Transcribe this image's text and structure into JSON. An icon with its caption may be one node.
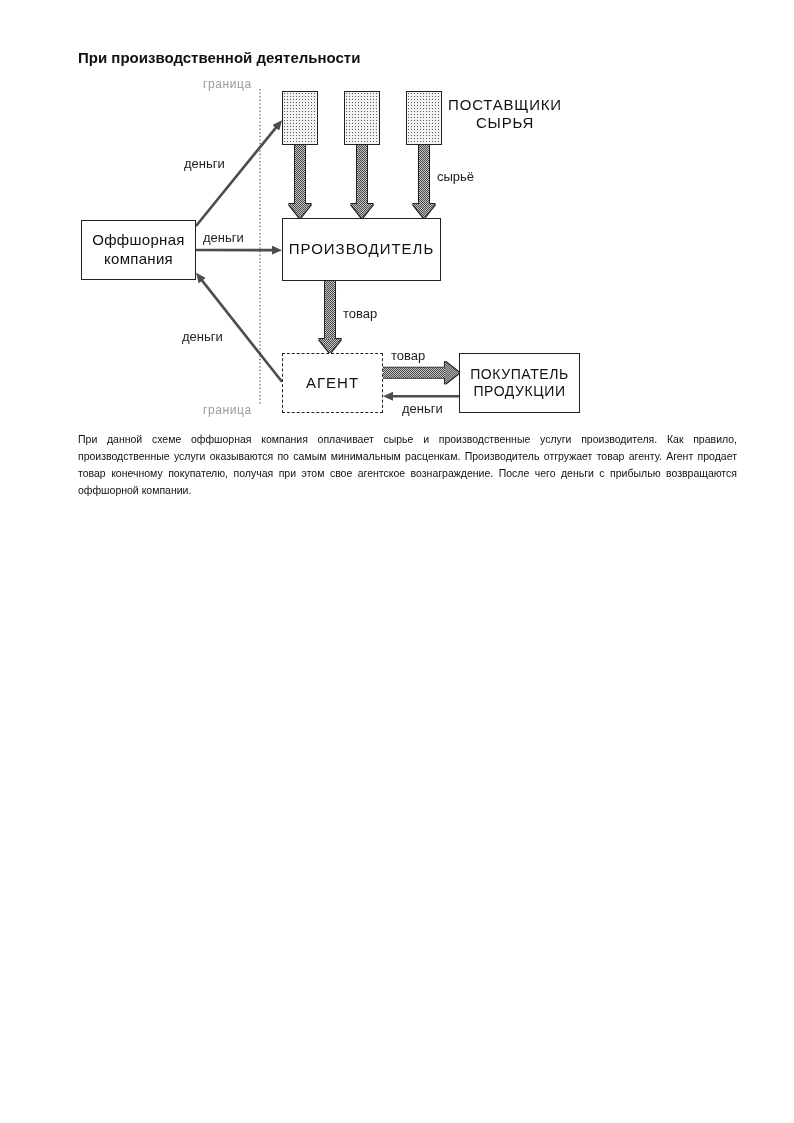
{
  "diagram": {
    "title": "При производственной деятельности",
    "caption": "При данной схеме оффшорная компания оплачивает сырье и производственные услуги производителя. Как правило, производственные услуги оказываются по самым минимальным расценкам. Производитель отгружает товар агенту. Агент продает товар конечному покупателю, получая при этом свое агентское вознаграждение. После чего деньги с прибылью возвращаются оффшорной компании.",
    "nodes": [
      {
        "text": [],
        "shape": "box"
      },
      {
        "text": [],
        "shape": "box"
      },
      {
        "text": [],
        "shape": "box"
      },
      {
        "text": [
          "Оффшорная компания"
        ]
      },
      {
        "text": [
          "ПРОИЗВОДИТЕЛЬ"
        ]
      },
      {
        "text": [
          "АГЕНТ"
        ]
      },
      {
        "text": [
          "ПОКУПАТЕЛЬ ПРОДУКЦИИ"
        ]
      }
    ],
    "edges": [
      {
        "from": 3,
        "to": 0,
        "arrow": "to",
        "label": "деньги"
      },
      {
        "from": 0,
        "to": 4,
        "arrow": "to",
        "style": "thick"
      },
      {
        "from": 1,
        "to": 4,
        "arrow": "to",
        "style": "thick"
      },
      {
        "from": 2,
        "to": 4,
        "arrow": "to",
        "style": "thick",
        "label": "сырьё"
      },
      {
        "from": 3,
        "to": 4,
        "arrow": "to",
        "label": "деньги"
      },
      {
        "from": 4,
        "to": 5,
        "arrow": "to",
        "style": "thick",
        "label": "товар"
      },
      {
        "from": 5,
        "to": 3,
        "arrow": "to",
        "label": "деньги"
      },
      {
        "from": 5,
        "to": 6,
        "arrow": "to",
        "style": "thick",
        "label": "товар"
      },
      {
        "from": 6,
        "to": 5,
        "arrow": "to",
        "label": "деньги"
      }
    ],
    "labels": [
      "граница",
      "ПОСТАВЩИКИ СЫРЬЯ",
      "граница"
    ]
  }
}
